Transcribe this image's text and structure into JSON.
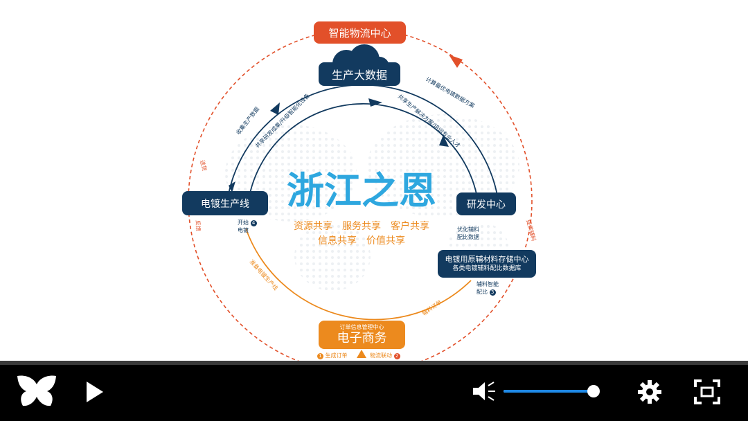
{
  "slide": {
    "title": "浙江之恩",
    "shares_line1": "资源共享　服务共享　客户共享",
    "shares_line2": "信息共享　价值共享",
    "nodes": {
      "logistics": "智能物流中心",
      "bigdata": "生产大数据",
      "rd": "研发中心",
      "plating_line": "电镀生产线",
      "storage_title": "电镀用原辅材料存储中心",
      "storage_sub": "各类电镀辅料配比数据库",
      "order_small": "订单信息管理中心",
      "ecommerce": "电子商务"
    },
    "arc_labels": {
      "collect": "收集生产数据",
      "share_rd": "共享研发成果/升级智能化设备",
      "calc": "计算最优电镀数据方案",
      "share_plan": "共享生产解决方案/培训专业人才",
      "prepare": "准备电镀生产线",
      "aux_order": "辅料订单",
      "dispatch": "送货",
      "feedback": "反馈",
      "supply": "提供辅料"
    },
    "notes": {
      "start_1": "开始",
      "start_2": "电镀",
      "start_num": "4",
      "optimize_1": "优化辅料",
      "optimize_2": "配比数据",
      "aux_smart_1": "辅料智能",
      "aux_smart_2": "配比",
      "aux_num": "3",
      "gen_order": "生成订单",
      "gen_num": "1",
      "logistics_link": "物流联动",
      "logistics_num": "2"
    },
    "colors": {
      "navy": "#123a5f",
      "red": "#e2502a",
      "orange": "#ec8a1e",
      "title_blue": "#2ea7df"
    }
  },
  "player": {
    "logo": "butterfly-logo-icon",
    "play": "play-icon",
    "volume": "speaker-icon",
    "volume_level": 0.95,
    "settings": "gear-icon",
    "fullscreen": "fullscreen-icon"
  }
}
